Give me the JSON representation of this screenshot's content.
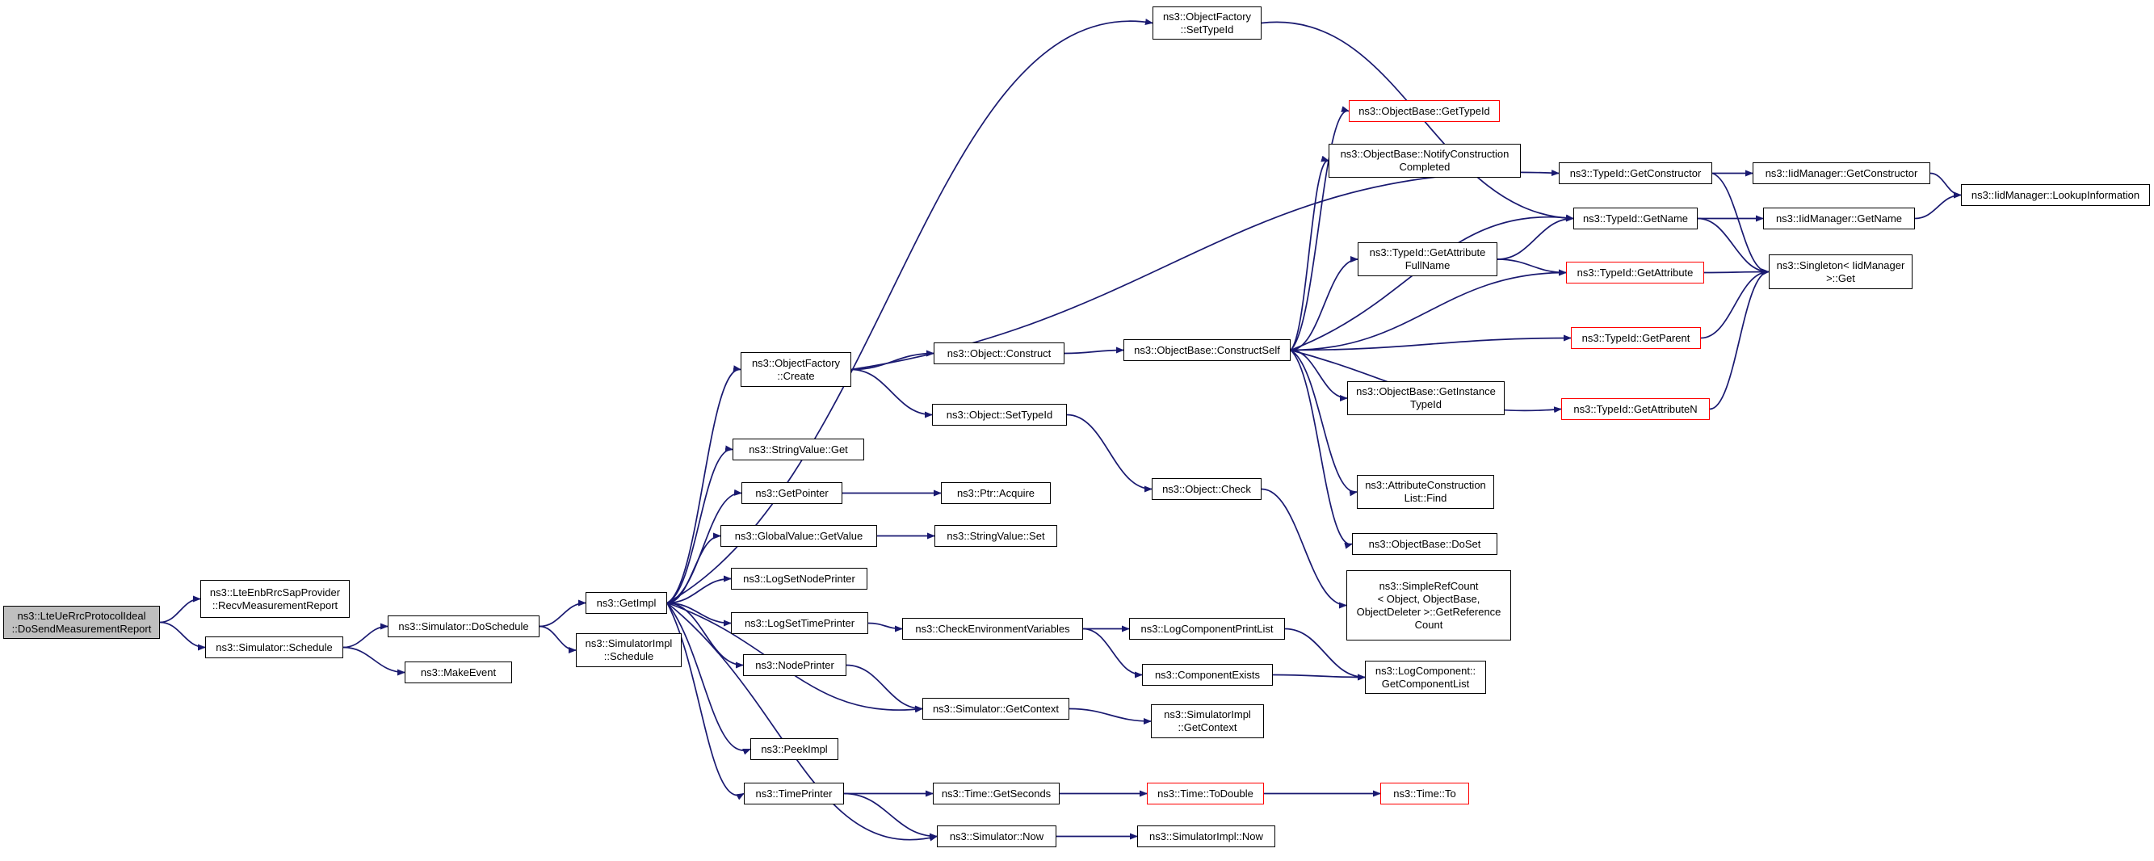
{
  "colors": {
    "edge": "#191970",
    "node_border": "#000000",
    "node_border_truncated": "#ff0000",
    "root_fill": "#bfbfbf",
    "background": "#ffffff"
  },
  "nodes": [
    {
      "id": "root",
      "label": "ns3::LteUeRrcProtocolIdeal\n::DoSendMeasurementReport",
      "style": "root"
    },
    {
      "id": "recvmr",
      "label": "ns3::LteEnbRrcSapProvider\n::RecvMeasurementReport",
      "style": "normal"
    },
    {
      "id": "sched",
      "label": "ns3::Simulator::Schedule",
      "style": "normal"
    },
    {
      "id": "dosched",
      "label": "ns3::Simulator::DoSchedule",
      "style": "normal"
    },
    {
      "id": "makeevent",
      "label": "ns3::MakeEvent",
      "style": "normal"
    },
    {
      "id": "getimpl",
      "label": "ns3::GetImpl",
      "style": "normal"
    },
    {
      "id": "simimplsched",
      "label": "ns3::SimulatorImpl\n::Schedule",
      "style": "normal"
    },
    {
      "id": "ofcreate",
      "label": "ns3::ObjectFactory\n::Create",
      "style": "normal"
    },
    {
      "id": "svget",
      "label": "ns3::StringValue::Get",
      "style": "normal"
    },
    {
      "id": "getpointer",
      "label": "ns3::GetPointer",
      "style": "normal"
    },
    {
      "id": "gvgetvalue",
      "label": "ns3::GlobalValue::GetValue",
      "style": "normal"
    },
    {
      "id": "logsetnode",
      "label": "ns3::LogSetNodePrinter",
      "style": "normal"
    },
    {
      "id": "logsettime",
      "label": "ns3::LogSetTimePrinter",
      "style": "normal"
    },
    {
      "id": "nodeprinter",
      "label": "ns3::NodePrinter",
      "style": "normal"
    },
    {
      "id": "peekimpl",
      "label": "ns3::PeekImpl",
      "style": "normal"
    },
    {
      "id": "timeprinter",
      "label": "ns3::TimePrinter",
      "style": "normal"
    },
    {
      "id": "ofsettypeid",
      "label": "ns3::ObjectFactory\n::SetTypeId",
      "style": "normal"
    },
    {
      "id": "objconstruct",
      "label": "ns3::Object::Construct",
      "style": "normal"
    },
    {
      "id": "objsettypeid",
      "label": "ns3::Object::SetTypeId",
      "style": "normal"
    },
    {
      "id": "ptracquire",
      "label": "ns3::Ptr::Acquire",
      "style": "normal"
    },
    {
      "id": "svset",
      "label": "ns3::StringValue::Set",
      "style": "normal"
    },
    {
      "id": "checkenv",
      "label": "ns3::CheckEnvironmentVariables",
      "style": "normal"
    },
    {
      "id": "simgetctx",
      "label": "ns3::Simulator::GetContext",
      "style": "normal"
    },
    {
      "id": "timegetsec",
      "label": "ns3::Time::GetSeconds",
      "style": "normal"
    },
    {
      "id": "simnow",
      "label": "ns3::Simulator::Now",
      "style": "normal"
    },
    {
      "id": "obconstructself",
      "label": "ns3::ObjectBase::ConstructSelf",
      "style": "normal"
    },
    {
      "id": "objcheck",
      "label": "ns3::Object::Check",
      "style": "normal"
    },
    {
      "id": "logcompprint",
      "label": "ns3::LogComponentPrintList",
      "style": "normal"
    },
    {
      "id": "compexists",
      "label": "ns3::ComponentExists",
      "style": "normal"
    },
    {
      "id": "simimplgetctx",
      "label": "ns3::SimulatorImpl\n::GetContext",
      "style": "normal"
    },
    {
      "id": "timetodouble",
      "label": "ns3::Time::ToDouble",
      "style": "truncated"
    },
    {
      "id": "simimplnow",
      "label": "ns3::SimulatorImpl::Now",
      "style": "normal"
    },
    {
      "id": "obgettypeid",
      "label": "ns3::ObjectBase::GetTypeId",
      "style": "truncated"
    },
    {
      "id": "obnotify",
      "label": "ns3::ObjectBase::NotifyConstruction\nCompleted",
      "style": "normal"
    },
    {
      "id": "tidgetattrfull",
      "label": "ns3::TypeId::GetAttribute\nFullName",
      "style": "normal"
    },
    {
      "id": "obgetinst",
      "label": "ns3::ObjectBase::GetInstance\nTypeId",
      "style": "normal"
    },
    {
      "id": "acfind",
      "label": "ns3::AttributeConstruction\nList::Find",
      "style": "normal"
    },
    {
      "id": "obdoset",
      "label": "ns3::ObjectBase::DoSet",
      "style": "normal"
    },
    {
      "id": "srcgetref",
      "label": "ns3::SimpleRefCount\n< Object, ObjectBase,\nObjectDeleter >::GetReference\nCount",
      "style": "normal"
    },
    {
      "id": "lcgetlist",
      "label": "ns3::LogComponent::\nGetComponentList",
      "style": "normal"
    },
    {
      "id": "timeto",
      "label": "ns3::Time::To",
      "style": "truncated"
    },
    {
      "id": "tidgetctor",
      "label": "ns3::TypeId::GetConstructor",
      "style": "normal"
    },
    {
      "id": "tidgetname",
      "label": "ns3::TypeId::GetName",
      "style": "normal"
    },
    {
      "id": "tidgetattr",
      "label": "ns3::TypeId::GetAttribute",
      "style": "truncated"
    },
    {
      "id": "tidgetparent",
      "label": "ns3::TypeId::GetParent",
      "style": "truncated"
    },
    {
      "id": "tidgetattrn",
      "label": "ns3::TypeId::GetAttributeN",
      "style": "truncated"
    },
    {
      "id": "iidgetctor",
      "label": "ns3::IidManager::GetConstructor",
      "style": "normal"
    },
    {
      "id": "iidgetname",
      "label": "ns3::IidManager::GetName",
      "style": "normal"
    },
    {
      "id": "singletonget",
      "label": "ns3::Singleton< IidManager\n>::Get",
      "style": "normal"
    },
    {
      "id": "iidlookup",
      "label": "ns3::IidManager::LookupInformation",
      "style": "normal"
    }
  ],
  "edges": [
    [
      "root",
      "recvmr"
    ],
    [
      "root",
      "sched"
    ],
    [
      "sched",
      "dosched"
    ],
    [
      "sched",
      "makeevent"
    ],
    [
      "dosched",
      "getimpl"
    ],
    [
      "dosched",
      "simimplsched"
    ],
    [
      "getimpl",
      "ofcreate"
    ],
    [
      "getimpl",
      "svget"
    ],
    [
      "getimpl",
      "getpointer"
    ],
    [
      "getimpl",
      "gvgetvalue"
    ],
    [
      "getimpl",
      "logsetnode"
    ],
    [
      "getimpl",
      "logsettime"
    ],
    [
      "getimpl",
      "nodeprinter"
    ],
    [
      "getimpl",
      "simgetctx"
    ],
    [
      "getimpl",
      "peekimpl"
    ],
    [
      "getimpl",
      "timeprinter"
    ],
    [
      "getimpl",
      "simnow"
    ],
    [
      "getimpl",
      "ofsettypeid"
    ],
    [
      "ofcreate",
      "objconstruct"
    ],
    [
      "ofcreate",
      "objsettypeid"
    ],
    [
      "ofcreate",
      "tidgetctor"
    ],
    [
      "getpointer",
      "ptracquire"
    ],
    [
      "gvgetvalue",
      "svset"
    ],
    [
      "logsettime",
      "checkenv"
    ],
    [
      "nodeprinter",
      "simgetctx"
    ],
    [
      "timeprinter",
      "timegetsec"
    ],
    [
      "timeprinter",
      "simnow"
    ],
    [
      "ofsettypeid",
      "tidgetname"
    ],
    [
      "objconstruct",
      "obconstructself"
    ],
    [
      "objsettypeid",
      "objcheck"
    ],
    [
      "checkenv",
      "logcompprint"
    ],
    [
      "checkenv",
      "compexists"
    ],
    [
      "simgetctx",
      "simimplgetctx"
    ],
    [
      "timegetsec",
      "timetodouble"
    ],
    [
      "simnow",
      "simimplnow"
    ],
    [
      "obconstructself",
      "obgettypeid"
    ],
    [
      "obconstructself",
      "obnotify"
    ],
    [
      "obconstructself",
      "tidgetname"
    ],
    [
      "obconstructself",
      "tidgetattrfull"
    ],
    [
      "obconstructself",
      "tidgetattr"
    ],
    [
      "obconstructself",
      "tidgetparent"
    ],
    [
      "obconstructself",
      "obgetinst"
    ],
    [
      "obconstructself",
      "tidgetattrn"
    ],
    [
      "obconstructself",
      "acfind"
    ],
    [
      "obconstructself",
      "obdoset"
    ],
    [
      "objcheck",
      "srcgetref"
    ],
    [
      "logcompprint",
      "lcgetlist"
    ],
    [
      "compexists",
      "lcgetlist"
    ],
    [
      "timetodouble",
      "timeto"
    ],
    [
      "tidgetattrfull",
      "tidgetname"
    ],
    [
      "tidgetattrfull",
      "tidgetattr"
    ],
    [
      "tidgetctor",
      "iidgetctor"
    ],
    [
      "tidgetctor",
      "singletonget"
    ],
    [
      "tidgetname",
      "iidgetname"
    ],
    [
      "tidgetname",
      "singletonget"
    ],
    [
      "tidgetattr",
      "singletonget"
    ],
    [
      "tidgetparent",
      "singletonget"
    ],
    [
      "tidgetattrn",
      "singletonget"
    ],
    [
      "iidgetctor",
      "iidlookup"
    ],
    [
      "iidgetname",
      "iidlookup"
    ]
  ]
}
